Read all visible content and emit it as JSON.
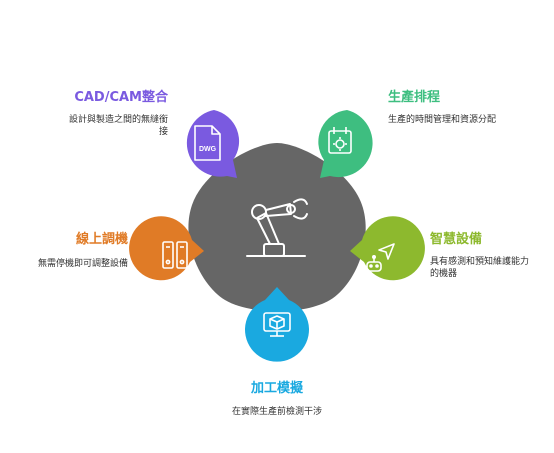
{
  "center": {
    "icon": "robotic-arm-icon",
    "color": "#666666"
  },
  "nodes": [
    {
      "id": "cad-cam",
      "title": "CAD/CAM整合",
      "desc": "設計與製造之間的無縫銜接",
      "color": "#7A5AE0",
      "icon": "dwg-file-icon",
      "icon_text": "DWG"
    },
    {
      "id": "scheduling",
      "title": "生產排程",
      "desc": "生產的時間管理和資源分配",
      "color": "#3EBE80",
      "icon": "calendar-gear-icon"
    },
    {
      "id": "smart-equipment",
      "title": "智慧設備",
      "desc": "具有感測和預知維護能力的機器",
      "color": "#8DB92E",
      "icon": "robot-navigation-icon"
    },
    {
      "id": "simulation",
      "title": "加工模擬",
      "desc": "在實際生產前檢測干涉",
      "color": "#1AA9E0",
      "icon": "monitor-cube-icon"
    },
    {
      "id": "online-tuning",
      "title": "線上調機",
      "desc": "無需停機即可調整設備",
      "color": "#E07B26",
      "icon": "binders-icon"
    }
  ]
}
